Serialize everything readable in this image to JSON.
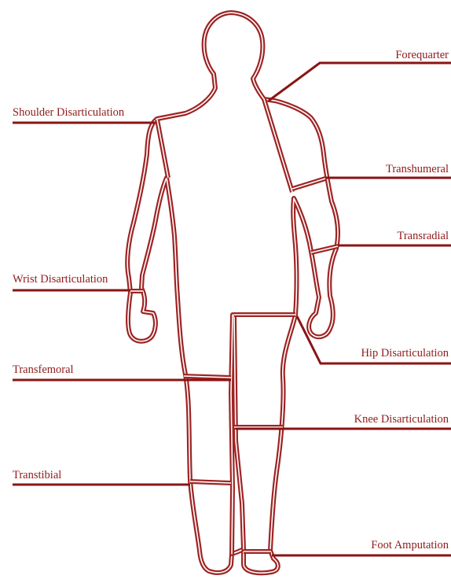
{
  "labels": {
    "forequarter": "Forequarter",
    "shoulder": "Shoulder Disarticulation",
    "transhumeral": "Transhumeral",
    "transradial": "Transradial",
    "wrist": "Wrist Disarticulation",
    "hip": "Hip Disarticulation",
    "transfemoral": "Transfemoral",
    "knee": "Knee Disarticulation",
    "transtibial": "Transtibial",
    "foot": "Foot Amputation"
  },
  "colors": {
    "outline": "#9e2424",
    "label": "#8f1a1a",
    "leader": "#8a1414",
    "background": "#ffffff"
  }
}
